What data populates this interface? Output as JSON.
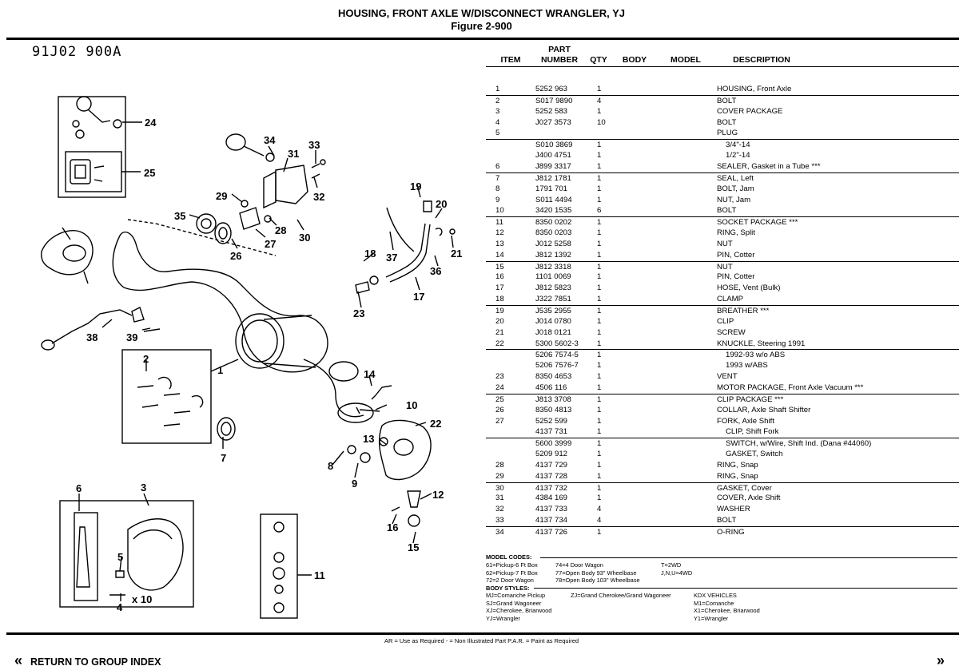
{
  "header": {
    "title": "HOUSING, FRONT AXLE W/DISCONNECT WRANGLER, YJ",
    "figure": "Figure   2-900"
  },
  "illustration": {
    "code": "91J02  900A",
    "callouts": [
      "24",
      "25",
      "34",
      "31",
      "33",
      "32",
      "30",
      "29",
      "35",
      "28",
      "27",
      "26",
      "19",
      "20",
      "18",
      "37",
      "21",
      "36",
      "17",
      "23",
      "38",
      "39",
      "1",
      "2",
      "14",
      "10",
      "22",
      "13",
      "7",
      "8",
      "9",
      "12",
      "16",
      "15",
      "6",
      "3",
      "5",
      "4",
      "x 10",
      "11"
    ]
  },
  "table": {
    "columns": {
      "item": "ITEM",
      "part_top": "PART",
      "part_bottom": "NUMBER",
      "qty": "QTY",
      "body": "BODY",
      "model": "MODEL",
      "desc": "DESCRIPTION"
    },
    "rows": [
      {
        "item": "1",
        "part": "5252 963",
        "qty": "1",
        "desc": "HOUSING, Front Axle",
        "indent": 0,
        "sep": false
      },
      {
        "item": "2",
        "part": "S017 9890",
        "qty": "4",
        "desc": "BOLT",
        "indent": 0,
        "sep": true
      },
      {
        "item": "3",
        "part": "5252 583",
        "qty": "1",
        "desc": "COVER PACKAGE",
        "indent": 0,
        "sep": false
      },
      {
        "item": "4",
        "part": "J027 3573",
        "qty": "10",
        "desc": "BOLT",
        "indent": 0,
        "sep": false
      },
      {
        "item": "5",
        "part": "",
        "qty": "",
        "desc": "PLUG",
        "indent": 0,
        "sep": false
      },
      {
        "item": "",
        "part": "S010 3869",
        "qty": "1",
        "desc": "3/4\"-14",
        "indent": 1,
        "sep": true
      },
      {
        "item": "",
        "part": "J400 4751",
        "qty": "1",
        "desc": "1/2\"-14",
        "indent": 1,
        "sep": false
      },
      {
        "item": "6",
        "part": "J899 3317",
        "qty": "1",
        "desc": "SEALER, Gasket in a Tube ***",
        "indent": 0,
        "sep": false
      },
      {
        "item": "7",
        "part": "J812 1781",
        "qty": "1",
        "desc": "SEAL, Left",
        "indent": 0,
        "sep": true
      },
      {
        "item": "8",
        "part": "1791 701",
        "qty": "1",
        "desc": "BOLT, Jam",
        "indent": 0,
        "sep": false
      },
      {
        "item": "9",
        "part": "S011 4494",
        "qty": "1",
        "desc": "NUT, Jam",
        "indent": 0,
        "sep": false
      },
      {
        "item": "10",
        "part": "3420 1535",
        "qty": "6",
        "desc": "BOLT",
        "indent": 0,
        "sep": false
      },
      {
        "item": "11",
        "part": "8350 0202",
        "qty": "1",
        "desc": "SOCKET PACKAGE ***",
        "indent": 0,
        "sep": true
      },
      {
        "item": "12",
        "part": "8350 0203",
        "qty": "1",
        "desc": "RING, Split",
        "indent": 0,
        "sep": false
      },
      {
        "item": "13",
        "part": "J012 5258",
        "qty": "1",
        "desc": "NUT",
        "indent": 0,
        "sep": false
      },
      {
        "item": "14",
        "part": "J812 1392",
        "qty": "1",
        "desc": "PIN, Cotter",
        "indent": 0,
        "sep": false
      },
      {
        "item": "15",
        "part": "J812 3318",
        "qty": "1",
        "desc": "NUT",
        "indent": 0,
        "sep": true
      },
      {
        "item": "16",
        "part": "1101 0069",
        "qty": "1",
        "desc": "PIN, Cotter",
        "indent": 0,
        "sep": false
      },
      {
        "item": "17",
        "part": "J812 5823",
        "qty": "1",
        "desc": "HOSE, Vent (Bulk)",
        "indent": 0,
        "sep": false
      },
      {
        "item": "18",
        "part": "J322 7851",
        "qty": "1",
        "desc": "CLAMP",
        "indent": 0,
        "sep": false
      },
      {
        "item": "19",
        "part": "J535 2955",
        "qty": "1",
        "desc": "BREATHER ***",
        "indent": 0,
        "sep": true
      },
      {
        "item": "20",
        "part": "J014 0780",
        "qty": "1",
        "desc": "CLIP",
        "indent": 0,
        "sep": false
      },
      {
        "item": "21",
        "part": "J018 0121",
        "qty": "1",
        "desc": "SCREW",
        "indent": 0,
        "sep": false
      },
      {
        "item": "22",
        "part": "5300 5602-3",
        "qty": "1",
        "desc": "KNUCKLE, Steering 1991",
        "indent": 0,
        "sep": false
      },
      {
        "item": "",
        "part": "5206 7574-5",
        "qty": "1",
        "desc": "1992-93 w/o ABS",
        "indent": 1,
        "sep": true
      },
      {
        "item": "",
        "part": "5206 7576-7",
        "qty": "1",
        "desc": "1993 w/ABS",
        "indent": 1,
        "sep": false
      },
      {
        "item": "23",
        "part": "8350 4653",
        "qty": "1",
        "desc": "VENT",
        "indent": 0,
        "sep": false
      },
      {
        "item": "24",
        "part": "4506 116",
        "qty": "1",
        "desc": "MOTOR PACKAGE, Front Axle Vacuum ***",
        "indent": 0,
        "sep": false
      },
      {
        "item": "25",
        "part": "J813 3708",
        "qty": "1",
        "desc": "CLIP PACKAGE ***",
        "indent": 0,
        "sep": true
      },
      {
        "item": "26",
        "part": "8350 4813",
        "qty": "1",
        "desc": "COLLAR, Axle Shaft Shifter",
        "indent": 0,
        "sep": false
      },
      {
        "item": "27",
        "part": "5252 599",
        "qty": "1",
        "desc": "FORK, Axle Shift",
        "indent": 0,
        "sep": false
      },
      {
        "item": "",
        "part": "4137 731",
        "qty": "1",
        "desc": "CLIP, Shift Fork",
        "indent": 1,
        "sep": false
      },
      {
        "item": "",
        "part": "5600 3999",
        "qty": "1",
        "desc": "SWITCH, w/Wire, Shift Ind. (Dana #44060)",
        "indent": 1,
        "sep": true
      },
      {
        "item": "",
        "part": "5209 912",
        "qty": "1",
        "desc": "GASKET, Switch",
        "indent": 1,
        "sep": false
      },
      {
        "item": "28",
        "part": "4137 729",
        "qty": "1",
        "desc": "RING, Snap",
        "indent": 0,
        "sep": false
      },
      {
        "item": "29",
        "part": "4137 728",
        "qty": "1",
        "desc": "RING, Snap",
        "indent": 0,
        "sep": false
      },
      {
        "item": "30",
        "part": "4137 732",
        "qty": "1",
        "desc": "GASKET, Cover",
        "indent": 0,
        "sep": true
      },
      {
        "item": "31",
        "part": "4384 169",
        "qty": "1",
        "desc": "COVER, Axle Shift",
        "indent": 0,
        "sep": false
      },
      {
        "item": "32",
        "part": "4137 733",
        "qty": "4",
        "desc": "WASHER",
        "indent": 0,
        "sep": false
      },
      {
        "item": "33",
        "part": "4137 734",
        "qty": "4",
        "desc": "BOLT",
        "indent": 0,
        "sep": false
      },
      {
        "item": "34",
        "part": "4137 726",
        "qty": "1",
        "desc": "O-RING",
        "indent": 0,
        "sep": true
      }
    ]
  },
  "notes": {
    "model_codes_label": "MODEL CODES:",
    "model_codes": [
      "61=Pickup-6 Ft Box",
      "74=4 Door Wagon",
      "T=2WD",
      "62=Pickup-7 Ft Box",
      "77=Open Body 93\" Wheelbase",
      "J,N,U=4WD",
      "72=2 Door Wagon",
      "78=Open Body 103\" Wheelbase"
    ],
    "body_styles_label": "BODY STYLES:",
    "body_styles": [
      "MJ=Comanche Pickup",
      "ZJ=Grand Cherokee/Grand Wagoneer",
      "KDX VEHICLES",
      "SJ=Grand Wagoneer",
      "M1=Comanche",
      "XJ=Cherokee, Briarwood",
      "X1=Cherokee, Briarwood",
      "YJ=Wrangler",
      "Y1=Wrangler"
    ]
  },
  "footer": {
    "legend": "AR = Use as Required   - = Non Illustrated Part   P.A.R. = Paint as Required",
    "return_label": "RETURN TO GROUP INDEX",
    "prev_icon": "«",
    "next_icon": "»"
  }
}
